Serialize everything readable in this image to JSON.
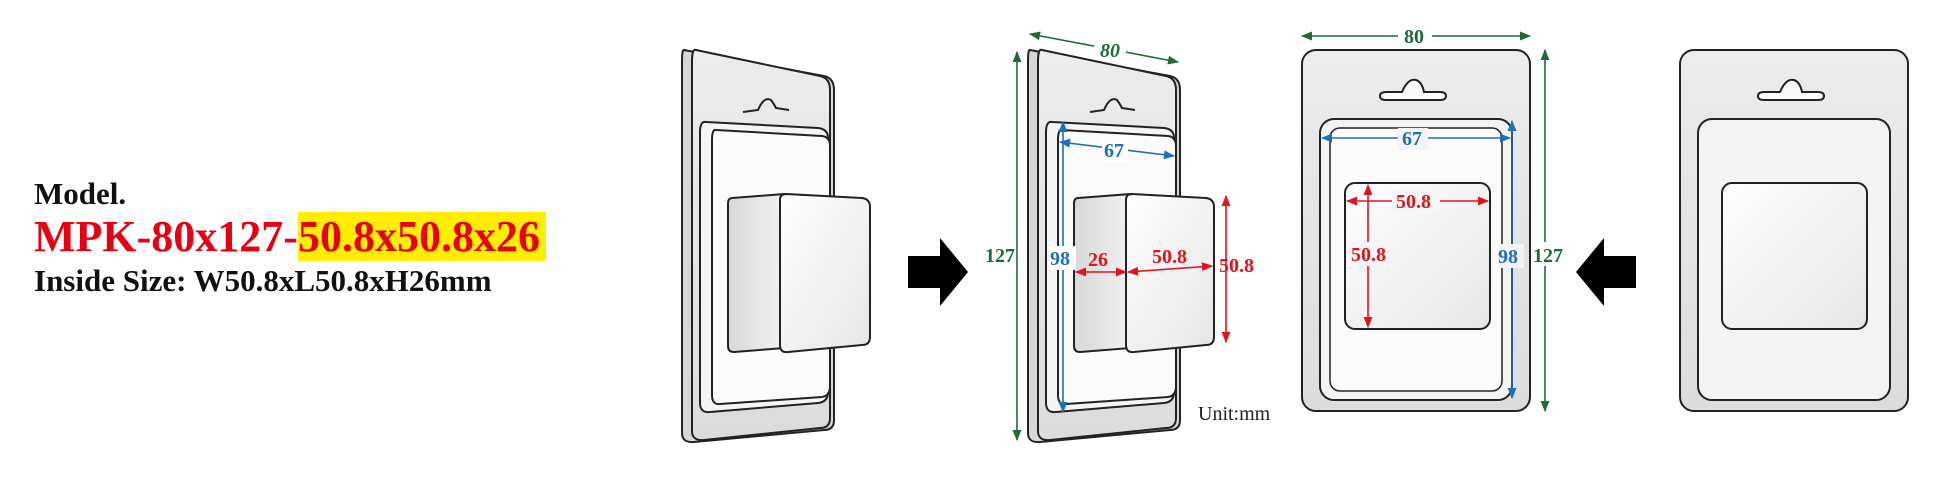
{
  "model": {
    "label": "Model.",
    "code_prefix": "MPK-80x127-",
    "code_size": "50.8x50.8x26",
    "inside_size": "Inside Size: W50.8xL50.8xH26mm"
  },
  "dimensions": {
    "card_width": "80",
    "card_height": "127",
    "window_width": "67",
    "window_height": "98",
    "blister_width": "50.8",
    "blister_length": "50.8",
    "blister_depth": "26",
    "blister_height": "50.8"
  },
  "unit_text": "Unit:mm",
  "colors": {
    "card_dims": "#1e6b3a",
    "window_dims": "#1f6fb5",
    "blister_dims": "#e0141e",
    "highlight": "#ffee00",
    "model_code": "#e60012"
  }
}
